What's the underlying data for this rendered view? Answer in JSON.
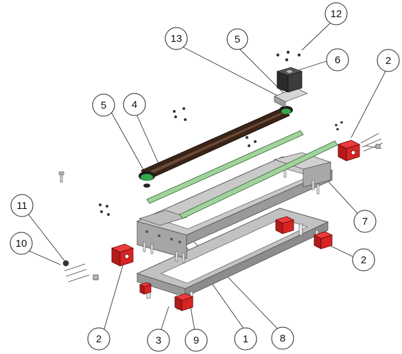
{
  "callouts": {
    "c12": "12",
    "c13": "13",
    "c5_top": "5",
    "c6": "6",
    "c2_top_right": "2",
    "c5_left": "5",
    "c4": "4",
    "c11": "11",
    "c10": "10",
    "c7": "7",
    "c2_mid_right": "2",
    "c2_bottom_left": "2",
    "c3": "3",
    "c9": "9",
    "c1": "1",
    "c8": "8"
  },
  "colors": {
    "frame_grey": "#b9b9b9",
    "frame_dark": "#8a8a8a",
    "belt": "#3a2418",
    "rod_green": "#9fd49a",
    "block_red": "#d21f1f",
    "motor_dark": "#2b2b2b",
    "pulley_green": "#37a84a"
  }
}
